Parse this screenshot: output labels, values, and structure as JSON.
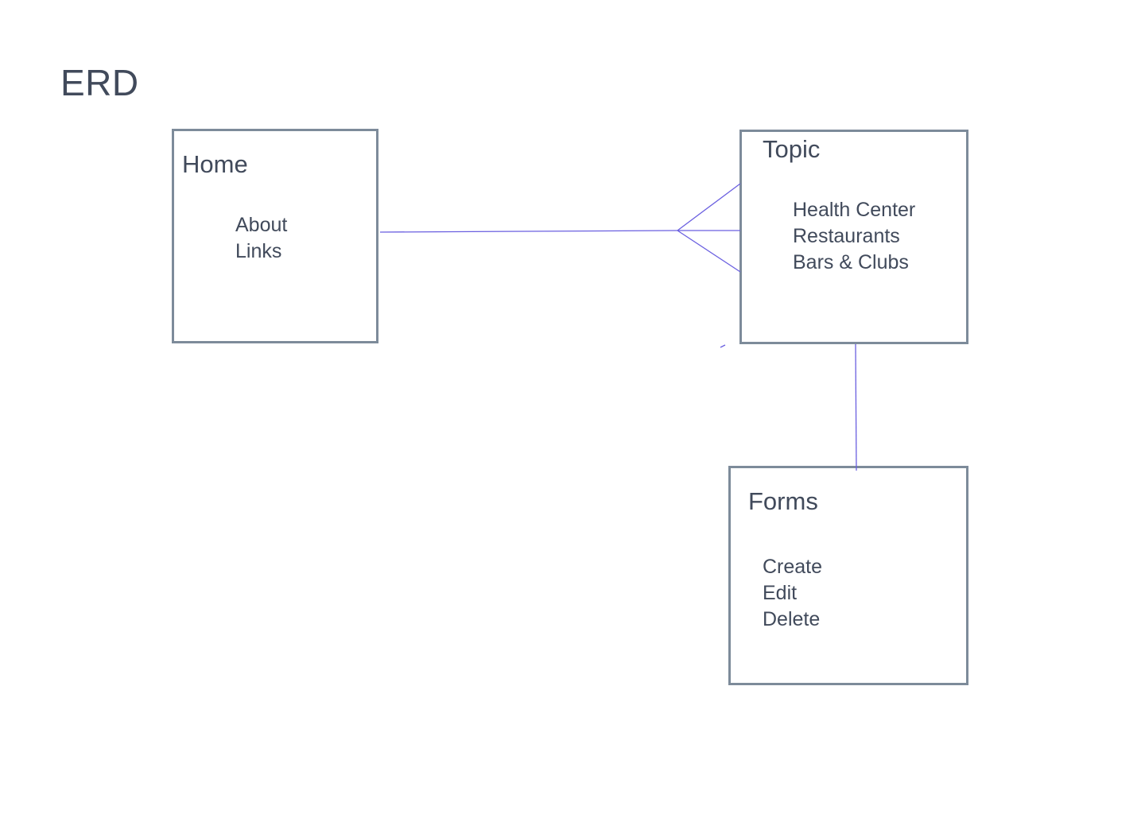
{
  "title": "ERD",
  "entities": {
    "home": {
      "name": "Home",
      "items": [
        "About",
        "Links"
      ]
    },
    "topic": {
      "name": "Topic",
      "items": [
        "Health Center",
        "Restaurants",
        "Bars & Clubs"
      ]
    },
    "forms": {
      "name": "Forms",
      "items": [
        "Create",
        "Edit",
        "Delete"
      ]
    }
  },
  "relationships": [
    {
      "from": "Home",
      "to": "Topic",
      "type": "one-to-many"
    },
    {
      "from": "Topic",
      "to": "Forms",
      "type": "one-to-one"
    }
  ],
  "colors": {
    "text": "#414a5b",
    "entity_border": "#7d8b9a",
    "connector": "#6a5fe0"
  }
}
